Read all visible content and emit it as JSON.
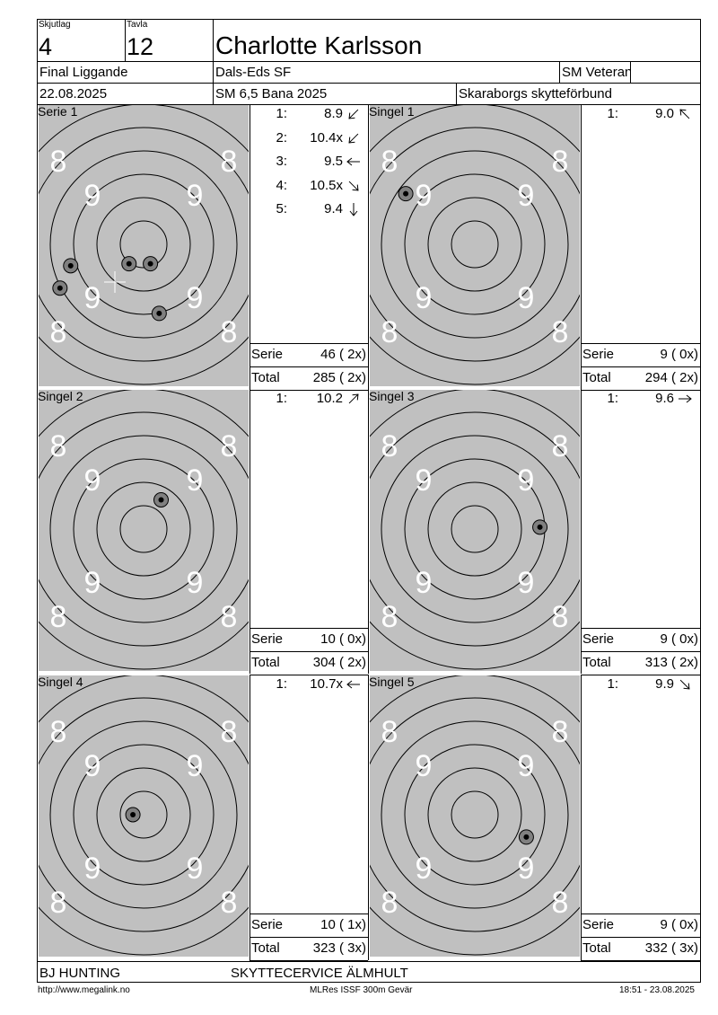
{
  "header": {
    "skjutlag_label": "Skjutlag",
    "skjutlag_value": "4",
    "tavla_label": "Tavla",
    "tavla_value": "12",
    "shooter_name": "Charlotte Karlsson",
    "event": "Final Liggande",
    "club": "Dals-Eds SF",
    "class": "SM Veteran",
    "date": "22.08.2025",
    "competition": "SM 6,5 Bana 2025",
    "federation": "Skaraborgs skytteförbund"
  },
  "panels": [
    {
      "title": "Serie 1",
      "shots": [
        {
          "n": "1:",
          "value": "8.9",
          "arrow": "down-left",
          "x": -7.5,
          "y": -2.2
        },
        {
          "n": "2:",
          "value": "10.4x",
          "arrow": "down-left",
          "x": -1.5,
          "y": -2.0
        },
        {
          "n": "3:",
          "value": "9.5",
          "arrow": "left",
          "x": -8.6,
          "y": -4.5
        },
        {
          "n": "4:",
          "value": "10.5x",
          "arrow": "down-right",
          "x": 0.7,
          "y": -2.0
        },
        {
          "n": "5:",
          "value": "9.4",
          "arrow": "down",
          "x": 1.6,
          "y": -7.1
        }
      ],
      "serie_label": "Serie",
      "serie_value": "46 ( 2x)",
      "total_label": "Total",
      "total_value": "285 ( 2x)",
      "crosshair": true
    },
    {
      "title": "Singel 1",
      "shots": [
        {
          "n": "1:",
          "value": "9.0",
          "arrow": "up-left",
          "x": -7.1,
          "y": 5.2
        }
      ],
      "serie_label": "Serie",
      "serie_value": "9 ( 0x)",
      "total_label": "Total",
      "total_value": "294 ( 2x)"
    },
    {
      "title": "Singel 2",
      "shots": [
        {
          "n": "1:",
          "value": "10.2",
          "arrow": "up-right",
          "x": 1.8,
          "y": 3.0
        }
      ],
      "serie_label": "Serie",
      "serie_value": "10 ( 0x)",
      "total_label": "Total",
      "total_value": "304 ( 2x)"
    },
    {
      "title": "Singel 3",
      "shots": [
        {
          "n": "1:",
          "value": "9.6",
          "arrow": "right",
          "x": 6.7,
          "y": 0.2
        }
      ],
      "serie_label": "Serie",
      "serie_value": "9 ( 0x)",
      "total_label": "Total",
      "total_value": "313 ( 2x)"
    },
    {
      "title": "Singel 4",
      "shots": [
        {
          "n": "1:",
          "value": "10.7x",
          "arrow": "left",
          "x": -1.1,
          "y": 0.0
        }
      ],
      "serie_label": "Serie",
      "serie_value": "10 ( 1x)",
      "total_label": "Total",
      "total_value": "323 ( 3x)"
    },
    {
      "title": "Singel 5",
      "shots": [
        {
          "n": "1:",
          "value": "9.9",
          "arrow": "down-right",
          "x": 5.3,
          "y": -2.3
        }
      ],
      "serie_label": "Serie",
      "serie_value": "9 ( 0x)",
      "total_label": "Total",
      "total_value": "332 ( 3x)"
    }
  ],
  "footer": {
    "sponsor1": "BJ HUNTING",
    "sponsor2": "SKYTTECERVICE ÄLMHULT",
    "url": "http://www.megalink.no",
    "software": "MLRes ISSF 300m Gevär",
    "timestamp": "18:51 - 23.08.2025"
  },
  "colors": {
    "target_bg": "#c0c0c0",
    "ring_number": "#ffffff",
    "line": "#000000"
  }
}
